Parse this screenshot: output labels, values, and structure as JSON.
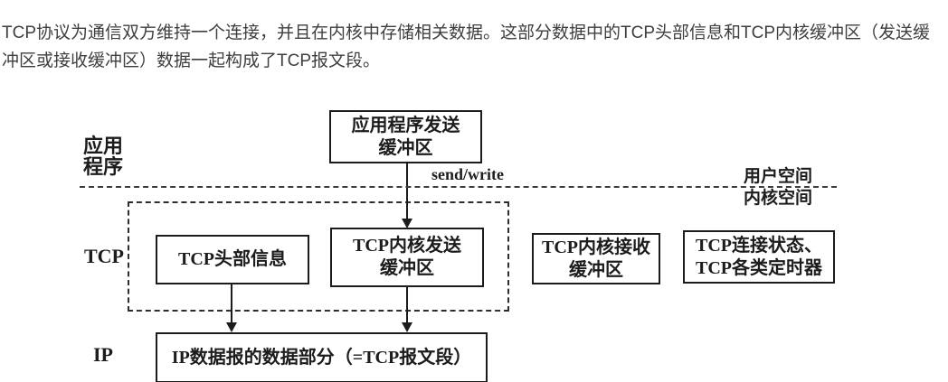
{
  "intro": {
    "text": "TCP协议为通信双方维持一个连接，并且在内核中存储相关数据。这部分数据中的TCP头部信息和TCP内核缓冲区（发送缓冲区或接收缓冲区）数据一起构成了TCP报文段。"
  },
  "diagram": {
    "boxes": {
      "app_send_buffer": "应用程序发送\n缓冲区",
      "tcp_header": "TCP头部信息",
      "tcp_send_buffer": "TCP内核发送\n缓冲区",
      "tcp_recv_buffer": "TCP内核接收\n缓冲区",
      "tcp_state_timers": "TCP连接状态、\nTCP各类定时器",
      "ip_datagram": "IP数据报的数据部分（=TCP报文段）"
    },
    "layer_labels": {
      "application": "应用\n程序",
      "tcp": "TCP",
      "ip": "IP"
    },
    "annotations": {
      "send_write": "send/write",
      "user_space": "用户空间",
      "kernel_space": "内核空间"
    },
    "colors": {
      "body_text": "#3e3e3e",
      "diagram_ink": "#1c1c1c",
      "background": "#ffffff"
    }
  }
}
